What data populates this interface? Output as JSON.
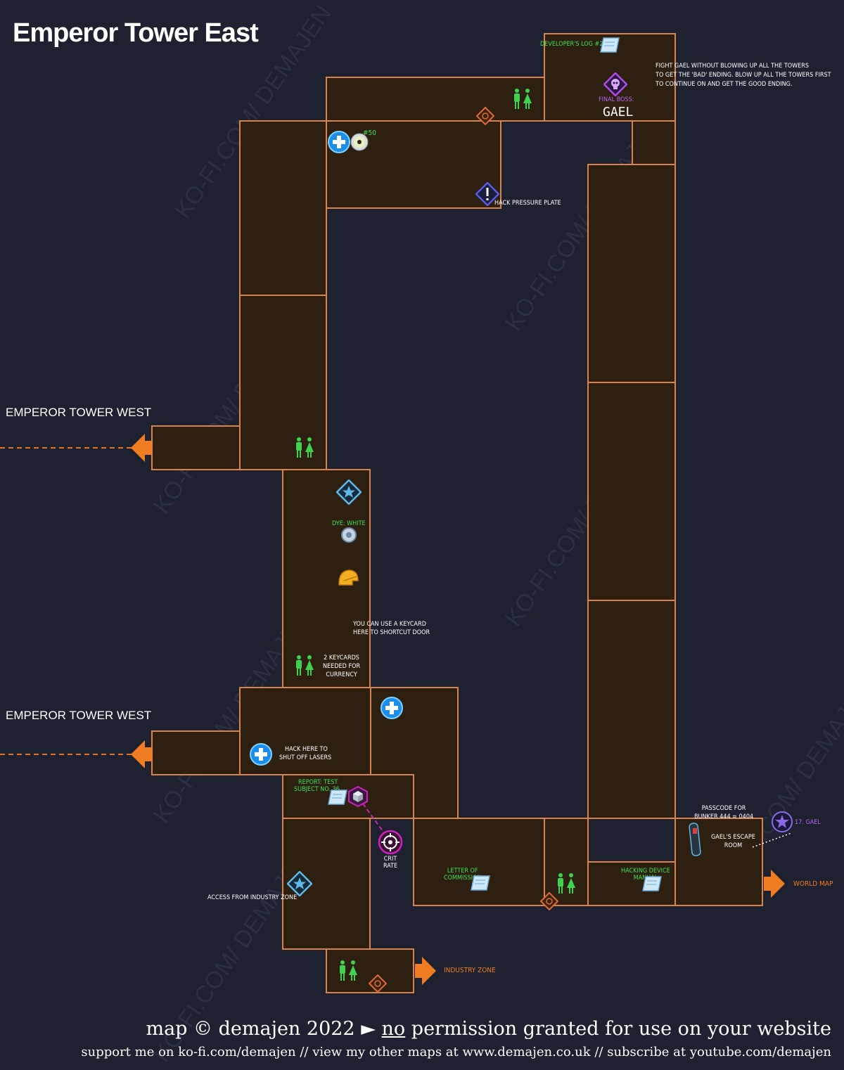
{
  "map": {
    "title": "Emperor Tower East",
    "exits": {
      "west_upper": "EMPEROR TOWER WEST",
      "west_lower": "EMPEROR TOWER WEST",
      "world_map": "WORLD MAP",
      "industry_zone": "INDUSTRY ZONE"
    },
    "boss": {
      "label": "FINAL BOSS:",
      "name": "GAEL",
      "note": [
        "FIGHT GAEL WITHOUT BLOWING UP ALL THE TOWERS",
        "TO GET THE 'BAD' ENDING. BLOW UP ALL THE TOWERS FIRST",
        "TO CONTINUE ON AND GET THE GOOD ENDING."
      ]
    },
    "labels": {
      "developers_log": "DEVELOPER'S LOG #20",
      "cd_number": "#50",
      "hack_pressure_plate": "HACK PRESSURE PLATE",
      "dye_white": "DYE: WHITE",
      "keycard_shortcut": [
        "YOU CAN USE A KEYCARD",
        "HERE TO SHORTCUT DOOR"
      ],
      "keycards_needed": [
        "2 KEYCARDS",
        "NEEDED FOR",
        "CURRENCY"
      ],
      "hack_lasers": [
        "HACK HERE TO",
        "SHUT OFF LASERS"
      ],
      "report": [
        "REPORT: TEST",
        "SUBJECT NO. 36"
      ],
      "crit_rate": [
        "CRIT",
        "RATE"
      ],
      "access_industry": "ACCESS FROM INDUSTRY ZONE",
      "letter": [
        "LETTER OF",
        "COMMISSION"
      ],
      "hacking_manual": [
        "HACKING DEVICE",
        "MANUAL"
      ],
      "passcode": [
        "PASSCODE FOR",
        "BUNKER 444 = 0404"
      ],
      "escape_room": [
        "GAEL'S ESCAPE",
        "ROOM"
      ],
      "gael_star": "17. GAEL"
    },
    "icons": [
      "restroom-icon",
      "save-point-icon",
      "health-station-icon",
      "cd-icon",
      "hack-icon",
      "mission-star-icon",
      "dye-icon",
      "helmet-icon",
      "datapad-icon",
      "cube-icon",
      "crit-target-icon",
      "keycard-device-icon",
      "boss-skull-icon",
      "star-icon",
      "exit-arrow-icon"
    ],
    "colors": {
      "background": "#1e2130",
      "room_fill": "#2e2010",
      "room_wall": "#d9824a",
      "label_green": "#3fe05a",
      "label_purple": "#b866f0",
      "exit_orange": "#f07d22"
    },
    "watermark": [
      "KO-FI.COM/",
      "DEMAJEN"
    ]
  },
  "footer": {
    "line1_prefix": "map © demajen 2022 ► ",
    "line1_no": "no",
    "line1_suffix": " permission granted for use on your website",
    "line2": "support me on ko-fi.com/demajen // view my other maps at www.demajen.co.uk // subscribe at youtube.com/demajen"
  }
}
